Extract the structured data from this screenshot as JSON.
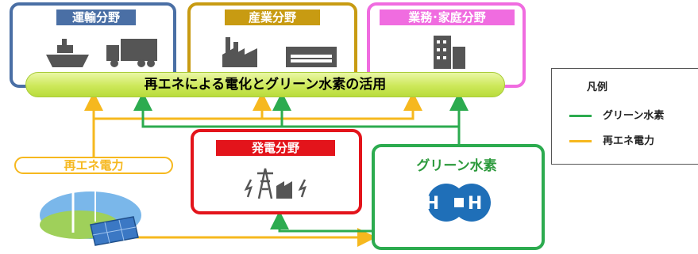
{
  "sectors": {
    "transport": {
      "label": "運輸分野",
      "color": "#4a6fa5"
    },
    "industry": {
      "label": "産業分野",
      "color": "#c89b12"
    },
    "business_home": {
      "label": "業務･家庭分野",
      "color": "#f06ce0"
    },
    "power": {
      "label": "発電分野",
      "color": "#e3141b"
    }
  },
  "banner": {
    "text": "再エネによる電化とグリーン水素の活用"
  },
  "sources": {
    "renewable": {
      "label": "再エネ電力",
      "color": "#f6b81e"
    },
    "hydrogen": {
      "label": "グリーン水素",
      "color": "#2c9a3c",
      "molecule_text": "H H"
    }
  },
  "legend": {
    "title": "凡例",
    "items": [
      {
        "label": "グリーン水素",
        "color": "#2cab4f"
      },
      {
        "label": "再エネ電力",
        "color": "#f6b81e"
      }
    ]
  },
  "icons": [
    "ship-icon",
    "truck-icon",
    "factory-icon",
    "warehouse-icon",
    "building-icon",
    "power-plant-icon",
    "wind-turbine-icon",
    "solar-panel-icon",
    "hydrogen-molecule-icon"
  ]
}
